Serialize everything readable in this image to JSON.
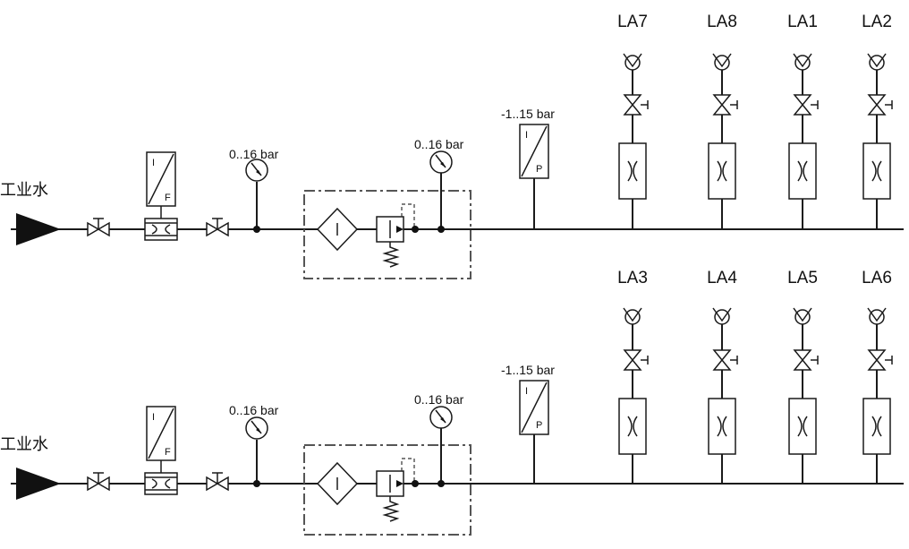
{
  "rows": [
    {
      "inlet_label": "工业水",
      "gauge1_range": "0..16 bar",
      "gauge2_range": "0..16 bar",
      "pressure_range": "-1..15 bar",
      "flow_tx_top": "I",
      "flow_tx_bottom": "F",
      "pressure_tx_top": "I",
      "pressure_tx_bottom": "P",
      "outlets": [
        "LA7",
        "LA8",
        "LA1",
        "LA2"
      ]
    },
    {
      "inlet_label": "工业水",
      "gauge1_range": "0..16 bar",
      "gauge2_range": "0..16 bar",
      "pressure_range": "-1..15 bar",
      "flow_tx_top": "I",
      "flow_tx_bottom": "F",
      "pressure_tx_top": "I",
      "pressure_tx_bottom": "P",
      "outlets": [
        "LA3",
        "LA4",
        "LA5",
        "LA6"
      ]
    }
  ]
}
